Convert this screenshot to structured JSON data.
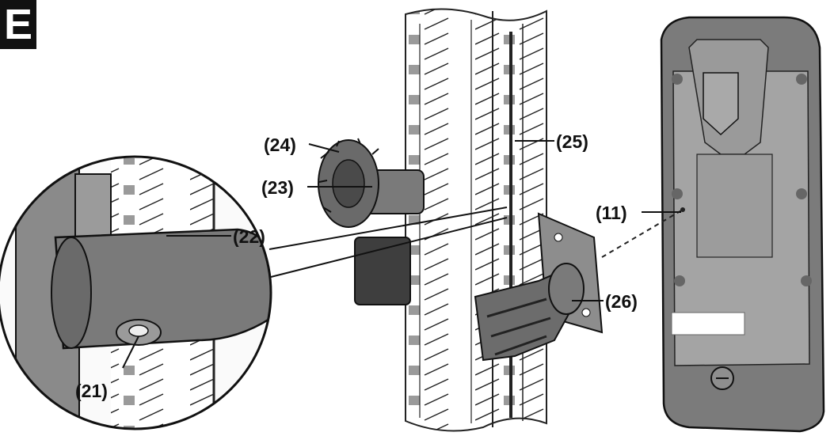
{
  "figure": {
    "letter": "E"
  },
  "callouts": {
    "c21": "(21)",
    "c22": "(22)",
    "c23": "(23)",
    "c24": "(24)",
    "c25": "(25)",
    "c26": "(26)",
    "c11": "(11)"
  },
  "colors": {
    "device_body": "#8a8a8a",
    "device_dark": "#5e5e5e",
    "panel": "#a9a9a9",
    "ink": "#111111"
  }
}
